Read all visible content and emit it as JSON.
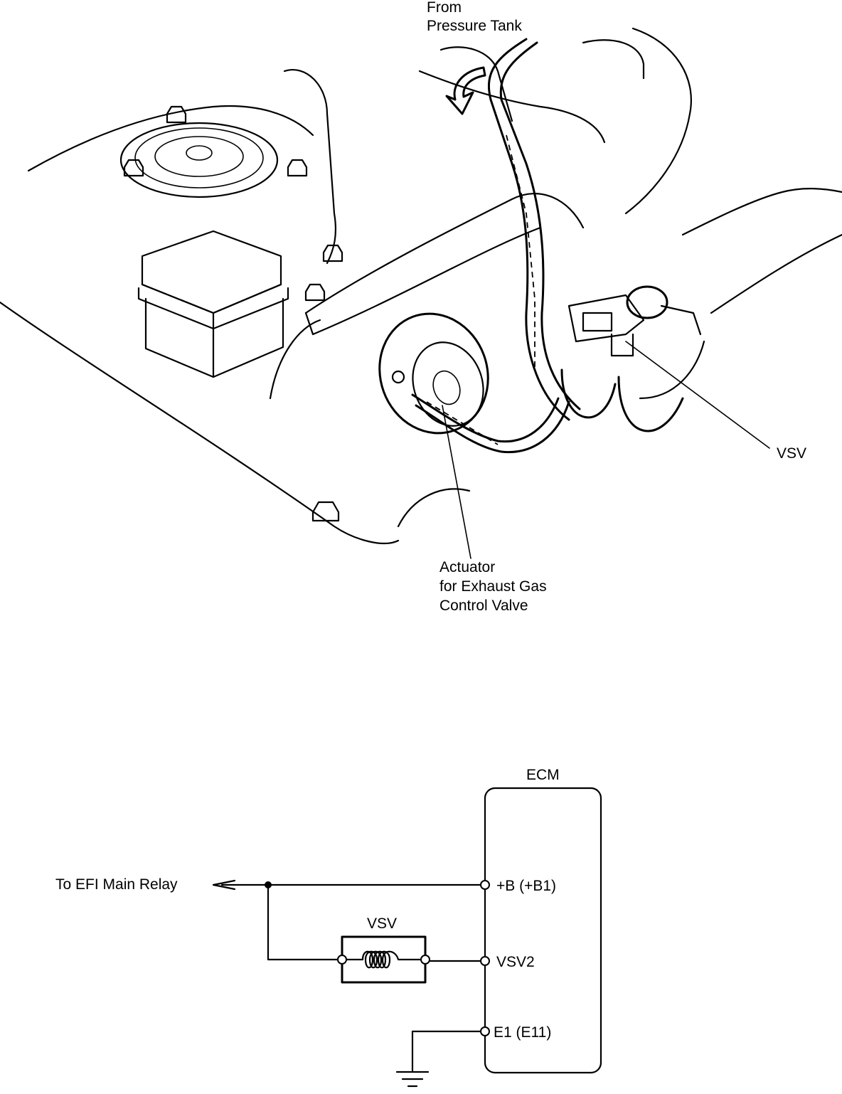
{
  "illustration": {
    "label_from_line1": "From",
    "label_from_line2": "Pressure Tank",
    "label_vsv": "VSV",
    "label_actuator_line1": "Actuator",
    "label_actuator_line2": "for Exhaust Gas",
    "label_actuator_line3": "Control Valve"
  },
  "circuit": {
    "ecm_label": "ECM",
    "relay_label": "To EFI Main Relay",
    "vsv_label": "VSV",
    "terminal_b": "+B (+B1)",
    "terminal_vsv2": "VSV2",
    "terminal_e1": "E1 (E11)"
  }
}
